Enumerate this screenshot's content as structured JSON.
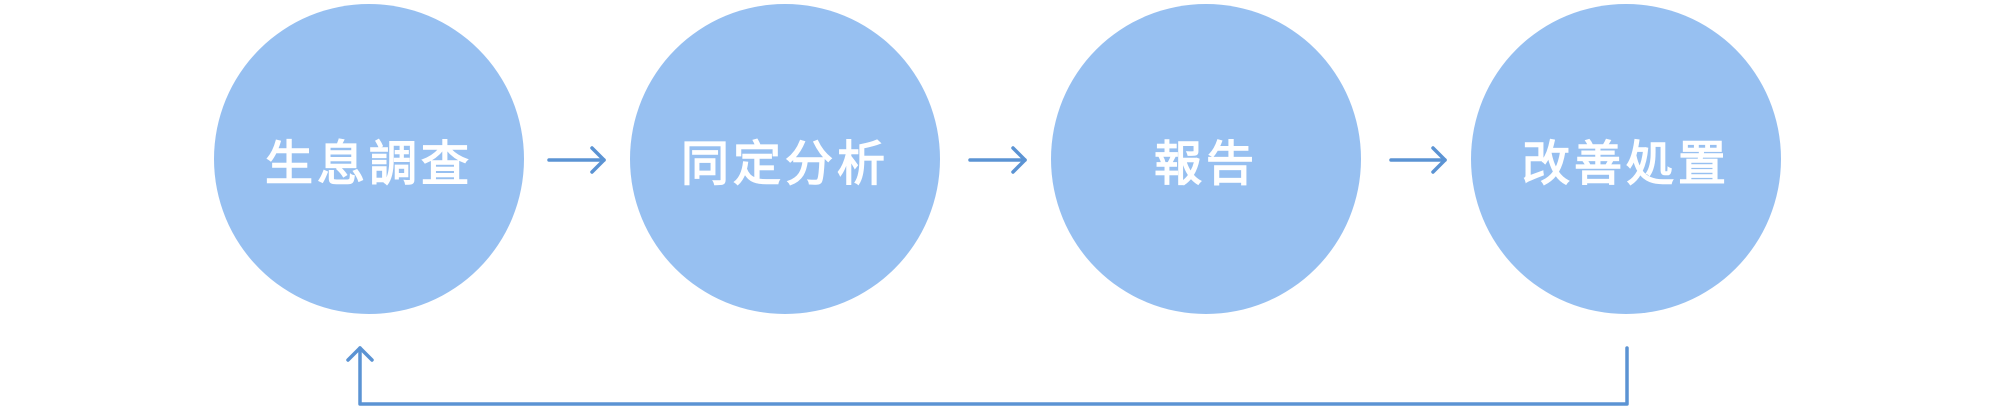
{
  "diagram": {
    "steps": [
      {
        "label": "生息調査"
      },
      {
        "label": "同定分析"
      },
      {
        "label": "報告"
      },
      {
        "label": "改善処置"
      }
    ],
    "colors": {
      "node_fill": "#97c0f1",
      "node_text": "#ffffff",
      "arrow": "#5b93d3"
    }
  }
}
